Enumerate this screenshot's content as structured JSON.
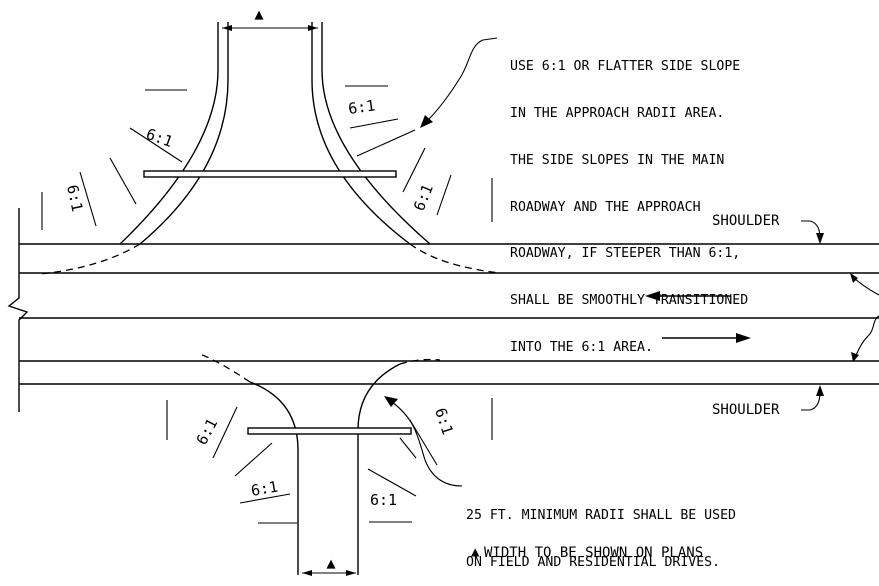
{
  "notes": {
    "side_slope": [
      "USE 6:1 OR FLATTER SIDE SLOPE",
      "IN THE APPROACH RADII AREA.",
      "THE SIDE SLOPES IN THE MAIN",
      "ROADWAY AND THE APPROACH",
      "ROADWAY, IF STEEPER THAN 6:1,",
      "SHALL BE SMOOTHLY TRANSITIONED",
      "INTO THE 6:1 AREA."
    ],
    "radii": [
      "25 FT. MINIMUM RADII SHALL BE USED",
      "ON FIELD AND RESIDENTIAL DRIVES."
    ],
    "width": "WIDTH TO BE SHOWN ON PLANS"
  },
  "labels": {
    "shoulder_top": "SHOULDER",
    "shoulder_bottom": "SHOULDER",
    "slope": "6:1"
  },
  "symbols": {
    "width_marker": "▲"
  }
}
